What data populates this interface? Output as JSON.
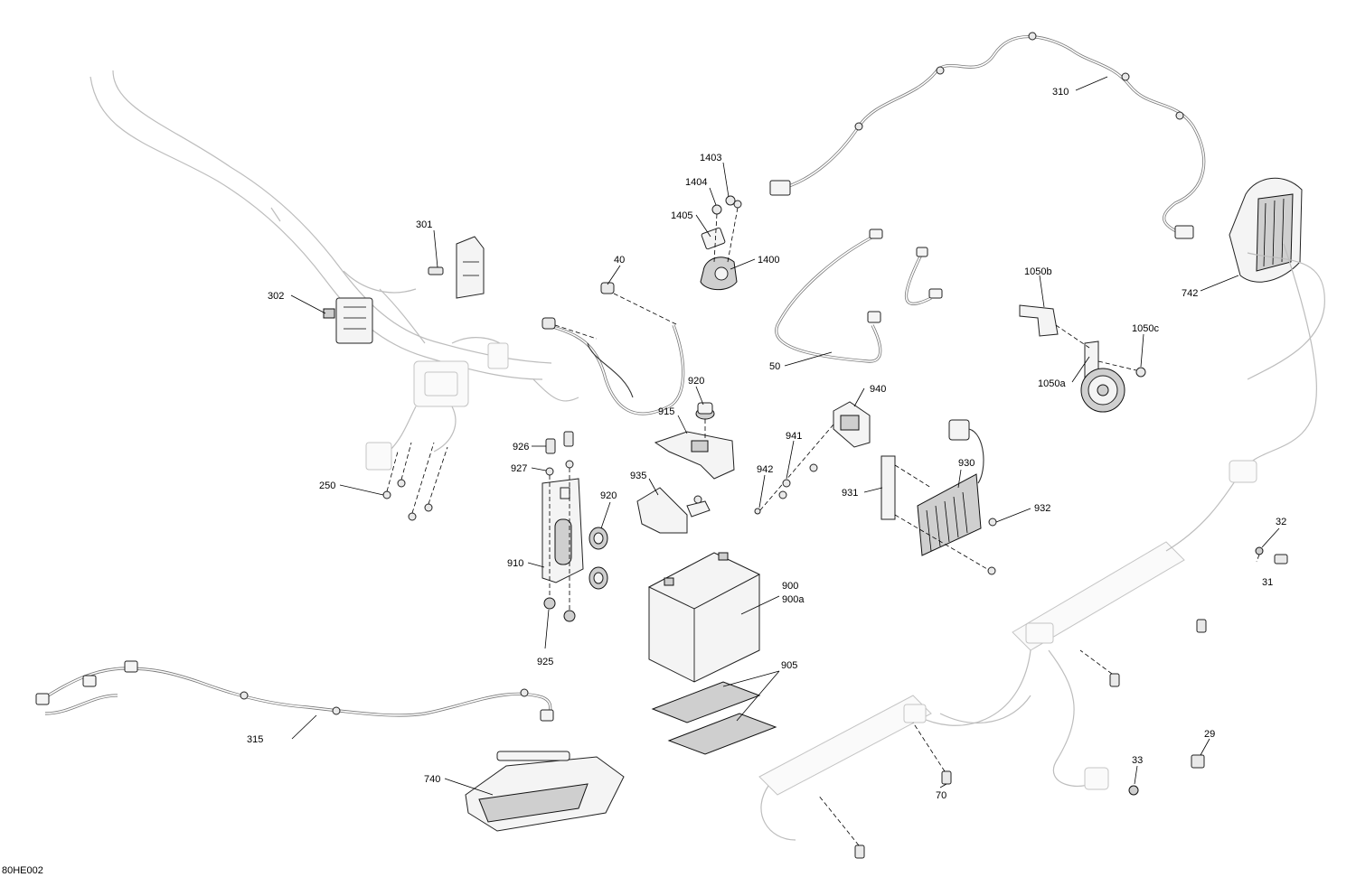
{
  "diagram": {
    "code": "80HE002",
    "callouts": [
      {
        "id": "c301",
        "text": "301"
      },
      {
        "id": "c302",
        "text": "302"
      },
      {
        "id": "c250",
        "text": "250"
      },
      {
        "id": "c40",
        "text": "40"
      },
      {
        "id": "c1403",
        "text": "1403"
      },
      {
        "id": "c1404",
        "text": "1404"
      },
      {
        "id": "c1405",
        "text": "1405"
      },
      {
        "id": "c1400",
        "text": "1400"
      },
      {
        "id": "c310",
        "text": "310"
      },
      {
        "id": "c742",
        "text": "742"
      },
      {
        "id": "c1050b",
        "text": "1050b"
      },
      {
        "id": "c1050c",
        "text": "1050c"
      },
      {
        "id": "c1050a",
        "text": "1050a"
      },
      {
        "id": "c50",
        "text": "50"
      },
      {
        "id": "c920a",
        "text": "920"
      },
      {
        "id": "c915",
        "text": "915"
      },
      {
        "id": "c940",
        "text": "940"
      },
      {
        "id": "c941",
        "text": "941"
      },
      {
        "id": "c942",
        "text": "942"
      },
      {
        "id": "c926",
        "text": "926"
      },
      {
        "id": "c927",
        "text": "927"
      },
      {
        "id": "c935",
        "text": "935"
      },
      {
        "id": "c920b",
        "text": "920"
      },
      {
        "id": "c930",
        "text": "930"
      },
      {
        "id": "c931",
        "text": "931"
      },
      {
        "id": "c932",
        "text": "932"
      },
      {
        "id": "c910",
        "text": "910"
      },
      {
        "id": "c900",
        "text": "900"
      },
      {
        "id": "c900a",
        "text": "900a"
      },
      {
        "id": "c925",
        "text": "925"
      },
      {
        "id": "c905",
        "text": "905"
      },
      {
        "id": "c32",
        "text": "32"
      },
      {
        "id": "c31",
        "text": "31"
      },
      {
        "id": "c315",
        "text": "315"
      },
      {
        "id": "c740",
        "text": "740"
      },
      {
        "id": "c70",
        "text": "70"
      },
      {
        "id": "c33",
        "text": "33"
      },
      {
        "id": "c29",
        "text": "29"
      }
    ]
  }
}
